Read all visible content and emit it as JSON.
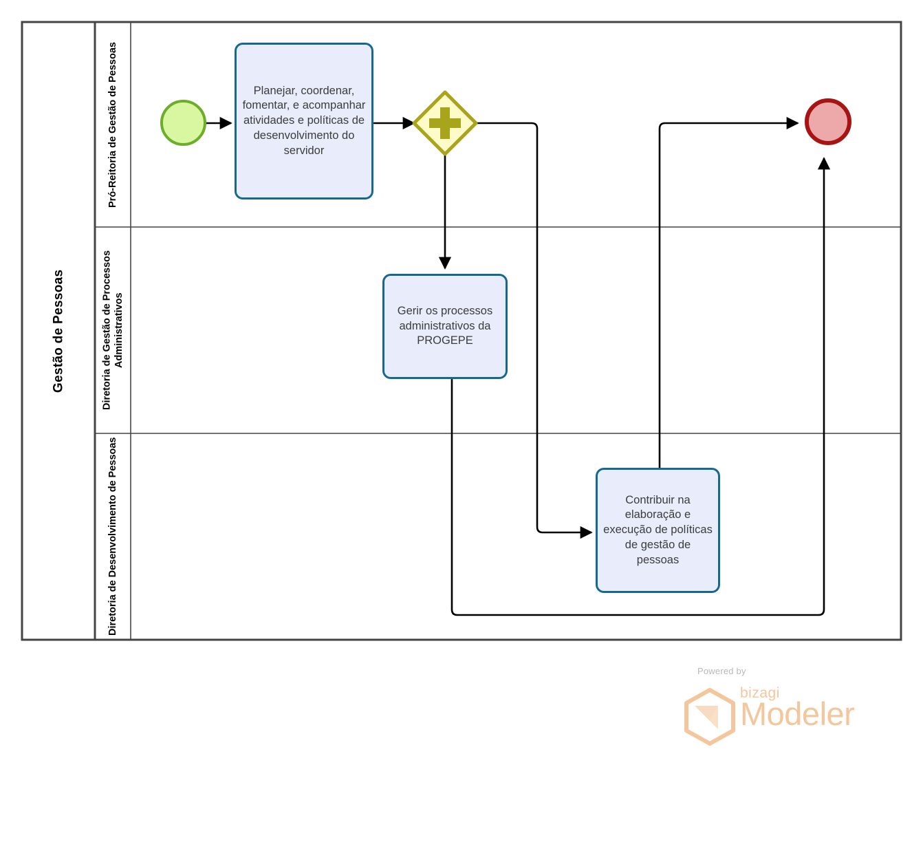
{
  "diagram": {
    "type": "bpmn-process",
    "title": "Gestão de Pessoas",
    "pool": {
      "name": "Gestão de Pessoas"
    },
    "lanes": [
      {
        "id": "lane-1",
        "name": "Pró-Reitoria de Gestão de Pessoas"
      },
      {
        "id": "lane-2",
        "name": "Diretoria de Gestão de Processos Administrativos"
      },
      {
        "id": "lane-3",
        "name": "Diretoria de Desenvolvimento de Pessoas"
      }
    ],
    "nodes": [
      {
        "id": "start-event",
        "type": "start-event",
        "lane": "lane-1",
        "label": "",
        "fill": "#d9f7a0",
        "stroke": "#6cad29"
      },
      {
        "id": "task-1",
        "type": "task",
        "lane": "lane-1",
        "label": "Planejar, coordenar, fomentar, e acompanhar atividades e políticas de desenvolvimento do servidor",
        "fill": "#e9edfb",
        "stroke": "#16688f"
      },
      {
        "id": "gateway-parallel",
        "type": "parallel-gateway",
        "lane": "lane-1",
        "label": "",
        "fill": "#fdfbc8",
        "stroke": "#a8a41c"
      },
      {
        "id": "end-event",
        "type": "end-event",
        "lane": "lane-1",
        "label": "",
        "fill": "#eda9a9",
        "stroke": "#a71414"
      },
      {
        "id": "task-2",
        "type": "task",
        "lane": "lane-2",
        "label": "Gerir os processos administrativos da PROGEPE",
        "fill": "#e9edfb",
        "stroke": "#16688f"
      },
      {
        "id": "task-3",
        "type": "task",
        "lane": "lane-3",
        "label": "Contribuir na elaboração e execução de políticas de gestão de pessoas",
        "fill": "#e9edfb",
        "stroke": "#16688f"
      }
    ],
    "flows": [
      {
        "from": "start-event",
        "to": "task-1"
      },
      {
        "from": "task-1",
        "to": "gateway-parallel"
      },
      {
        "from": "gateway-parallel",
        "to": "task-2"
      },
      {
        "from": "gateway-parallel",
        "to": "task-3"
      },
      {
        "from": "task-2",
        "to": "end-event"
      },
      {
        "from": "task-3",
        "to": "end-event"
      }
    ]
  },
  "footer": {
    "powered_by": "Powered by",
    "brand": "bizagi",
    "product": "Modeler",
    "brand_color": "#f3c69c"
  }
}
